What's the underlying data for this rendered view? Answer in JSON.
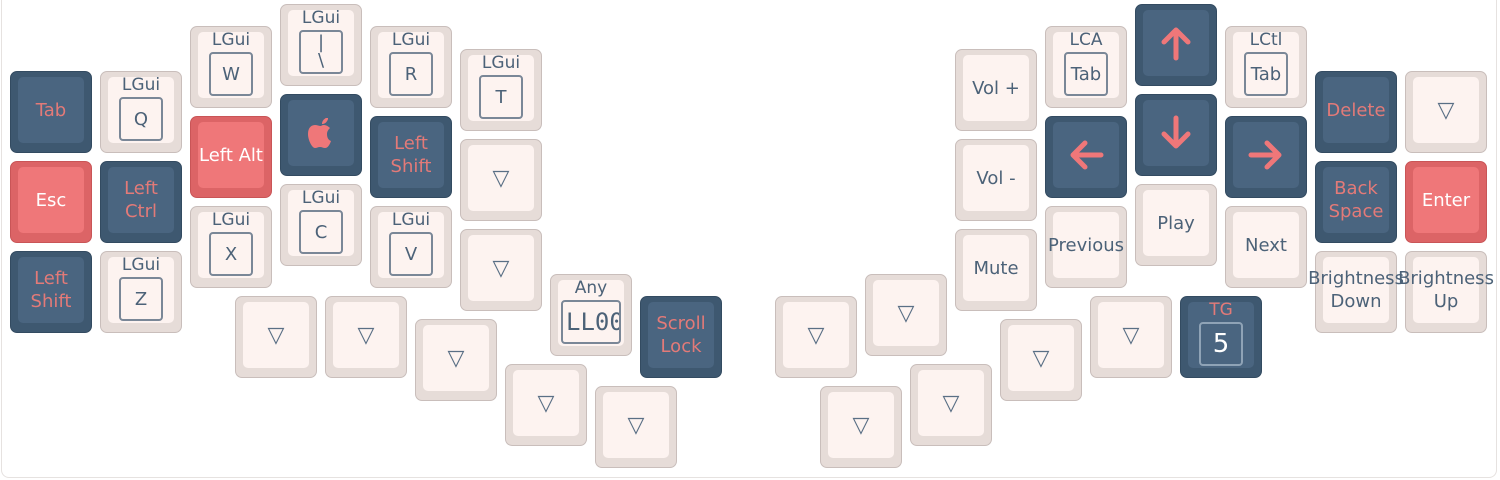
{
  "left": {
    "tab": "Tab",
    "esc": "Esc",
    "left_shift": [
      "Left",
      "Shift"
    ],
    "q_hold": "LGui",
    "q": "Q",
    "left_ctrl": [
      "Left",
      "Ctrl"
    ],
    "z_hold": "LGui",
    "z": "Z",
    "w_hold": "LGui",
    "w": "W",
    "left_alt": "Left Alt",
    "x_hold": "LGui",
    "x": "X",
    "pipe_hold": "LGui",
    "pipe": [
      "|",
      "\\"
    ],
    "c_hold": "LGui",
    "c": "C",
    "r_hold": "LGui",
    "r": "R",
    "left_shift2": [
      "Left",
      "Shift"
    ],
    "v_hold": "LGui",
    "v": "V",
    "t_hold": "LGui",
    "t": "T",
    "any_hold": "Any",
    "any": "LL00",
    "scroll_lock": [
      "Scroll",
      "Lock"
    ],
    "trans": "▽"
  },
  "right": {
    "vol_up": "Vol +",
    "vol_down": "Vol -",
    "mute": "Mute",
    "lca_hold": "LCA",
    "lca": "Tab",
    "previous": "Previous",
    "play": "Play",
    "next": "Next",
    "lctl_hold": "LCtl",
    "lctl": "Tab",
    "delete": "Delete",
    "backspace": [
      "Back",
      "Space"
    ],
    "brightness_down": [
      "Brightness",
      "Down"
    ],
    "enter": "Enter",
    "brightness_up": [
      "Brightness",
      "Up"
    ],
    "tg_hold": "TG",
    "tg": "5",
    "trans": "▽"
  },
  "colors": {
    "accent": "#ef7779",
    "dark": "#4a6580",
    "light": "#fdf3f0"
  }
}
